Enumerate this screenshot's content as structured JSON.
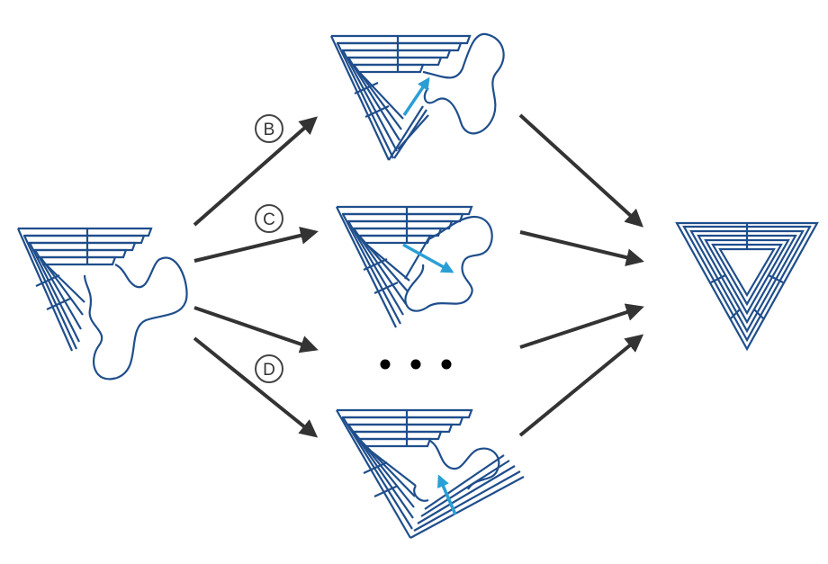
{
  "colors": {
    "origami_stroke": "#1f4e8c",
    "arrow": "#333333",
    "growth_arrow": "#2a9fd6",
    "label_circle": "#444444"
  },
  "pathways": [
    {
      "label": "B"
    },
    {
      "label": "C"
    },
    {
      "label": "D"
    }
  ],
  "ellipsis_icon": "three-dots"
}
